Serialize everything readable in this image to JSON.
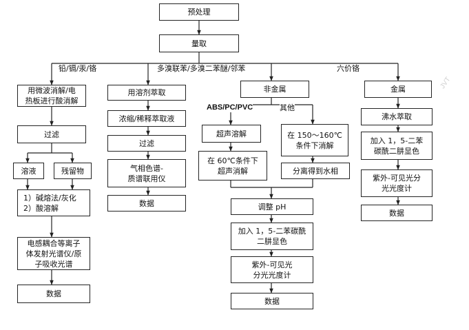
{
  "boxes": {
    "pretreat": "预处理",
    "measure": "量取",
    "microwave": "用微波消解/电\n热板进行酸消解",
    "filter1": "过滤",
    "solution": "溶液",
    "residue": "残留物",
    "alkali": "1）碱熔法/灰化\n2）酸溶解",
    "icp": "电感耦合等离子\n体发射光谱仪/原\n子吸收光谱",
    "data1": "数据",
    "solvent": "用溶剂萃取",
    "concentrate": "浓缩/稀释萃取液",
    "filter2": "过滤",
    "gcms": "气相色谱-\n质谱联用仪",
    "data2": "数据",
    "nonmetal": "非金属",
    "ultrasonic": "超声溶解",
    "us60": "在 60℃条件下\n超声消解",
    "digest150": "在 150～160℃\n条件下消解",
    "separate": "分离得到水相",
    "adjust_ph": "调整 pH",
    "add_dpc1": "加入 1，5-二苯碳酰\n二肼显色",
    "uv1": "紫外-可见光\n分光光度计",
    "data3": "数据",
    "metal": "金属",
    "boil": "沸水萃取",
    "add_dpc2": "加入 1，5-二苯\n碳酰二肼显色",
    "uv2": "紫外-可见光分\n光光度计",
    "data4": "数据"
  },
  "labels": {
    "branch_metals": "铅/镉/汞/铬",
    "branch_pbb": "多溴联苯/多溴二苯醚/邻苯",
    "branch_cr6": "六价铬",
    "abs": "ABS/PC/PVC",
    "other": "其他"
  },
  "watermark": "JVT"
}
